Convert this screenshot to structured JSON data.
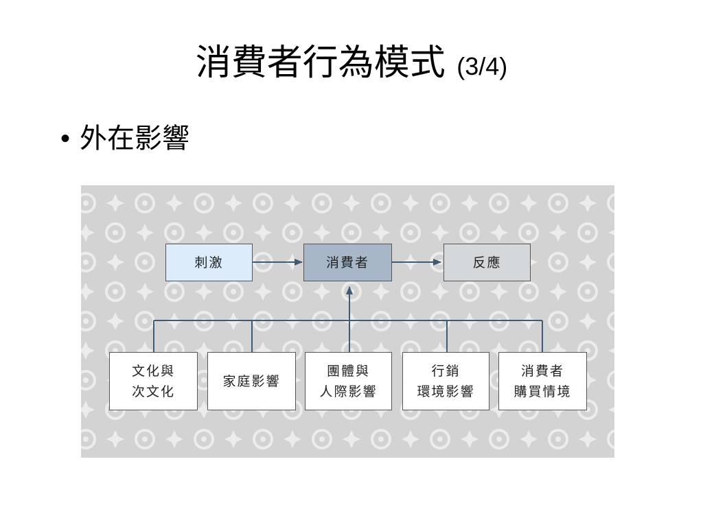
{
  "slide": {
    "title_main": "消費者行為模式",
    "title_sub": "(3/4)",
    "bullet_marker": "•",
    "bullet_text": "外在影響"
  },
  "diagram": {
    "top_row": {
      "stimulus": "刺激",
      "consumer": "消費者",
      "response": "反應"
    },
    "influences": [
      "文化與\n次文化",
      "家庭影響",
      "團體與\n人際影響",
      "行銷\n環境影響",
      "消費者\n購買情境"
    ],
    "colors": {
      "stimulus_fill": "#dcecfa",
      "consumer_fill": "#a7b7c8",
      "response_fill": "#d5d8db",
      "influence_fill": "#ffffff",
      "connector": "#3e5a75",
      "background": "#d3d3d3",
      "pattern": "#ececec"
    }
  }
}
